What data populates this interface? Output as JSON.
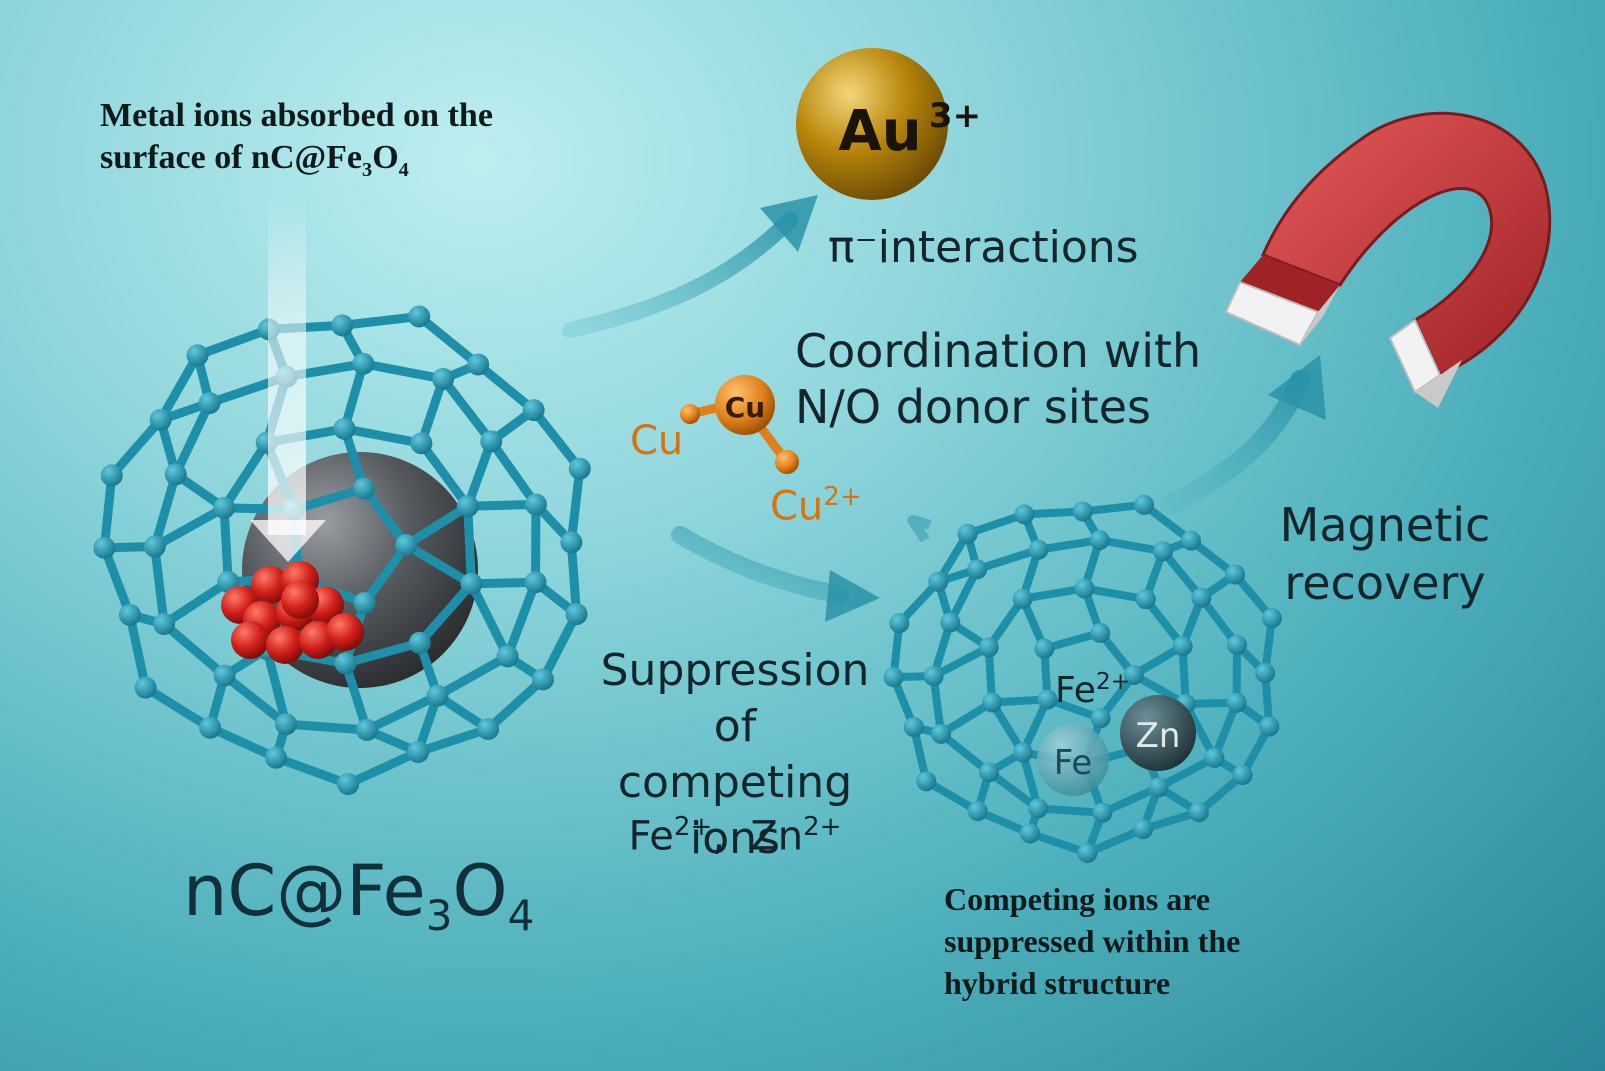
{
  "top_caption": {
    "line1": "Metal ions absorbed on the",
    "line2_prefix": "surface of nC@Fe",
    "line2_sub1": "3",
    "line2_mid": "O",
    "line2_sub2": "4"
  },
  "main_label": {
    "prefix": "nC@Fe",
    "sub1": "3",
    "mid": "O",
    "sub2": "4"
  },
  "au_ion": {
    "symbol": "Au",
    "charge": "3+"
  },
  "pi_label": "π⁻interactions",
  "coordination": {
    "line1": "Coordination with",
    "line2": "N/O donor sites"
  },
  "cu_molecule": {
    "center": "Cu",
    "left": "Cu",
    "ion_symbol": "Cu",
    "ion_charge": "2+"
  },
  "suppression": {
    "line1": "Suppression",
    "line2": "of competing",
    "line3": "ions",
    "ion1": "Fe",
    "ion1_charge": "2+",
    "sep": ",  ",
    "ion2": "Zn",
    "ion2_charge": "2+"
  },
  "magnetic": {
    "line1": "Magnetic",
    "line2": "recovery"
  },
  "cage_ions": {
    "fe_label": "Fe",
    "fe_charge": "2+",
    "fe_ball": "Fe",
    "zn_ball": "Zn"
  },
  "bottom_caption": {
    "line1": "Competing ions are",
    "line2": "suppressed within the",
    "line3": "hybrid structure"
  },
  "colors": {
    "cage": "#1d8fa8",
    "gold": "#b8860b",
    "copper": "#e0801a",
    "magnet": "#c8383c",
    "core": "#4a4d50",
    "cluster": "#d0201a"
  }
}
